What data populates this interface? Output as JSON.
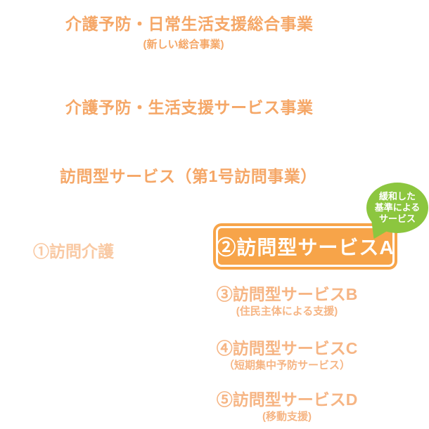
{
  "colors": {
    "heading_orange": "#F5A767",
    "pale_item_orange": "#F9C9A3",
    "item_orange": "#F6B584",
    "button_orange": "#F7A449",
    "badge_green": "#8CC63F",
    "button_text_white": "#FFFFFF"
  },
  "diagram": {
    "title": {
      "label": "介護予防・日常生活支援総合事業",
      "sublabel": "(新しい総合事業)"
    },
    "section": {
      "label": "介護予防・生活支援サービス事業"
    },
    "subsection": {
      "label": "訪問型サービス（第1号訪問事業）"
    },
    "items": {
      "item1": {
        "label": "①訪問介護"
      },
      "item2": {
        "label": "②訪問型サービスA",
        "badge": {
          "line1": "緩和した",
          "line2": "基準による",
          "line3": "サービス"
        }
      },
      "item3": {
        "label": "③訪問型サービスB",
        "sublabel": "(住民主体による支援)"
      },
      "item4": {
        "label": "④訪問型サービスC",
        "sublabel": "（短期集中予防サービス）"
      },
      "item5": {
        "label": "⑤訪問型サービスD",
        "sublabel": "(移動支援)"
      }
    }
  }
}
